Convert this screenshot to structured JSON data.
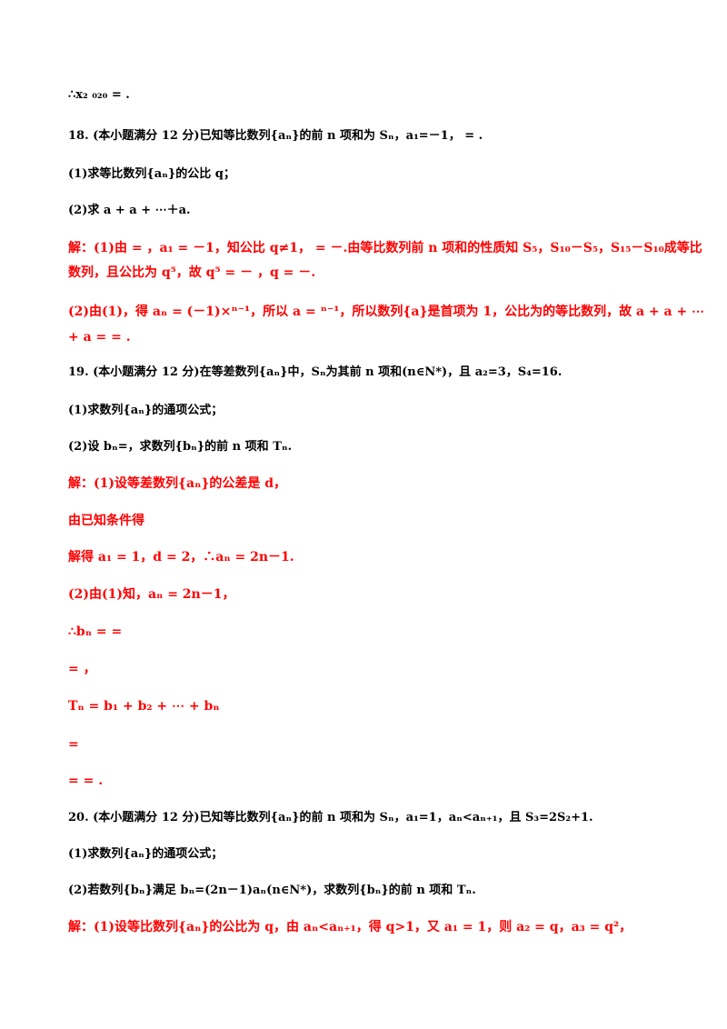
{
  "colors": {
    "text": "#000000",
    "solution": "#ff0000",
    "background": "#ffffff"
  },
  "lines": [
    {
      "text": "∴x₂ ₀₂₀ = .",
      "red": false,
      "indent": true
    },
    {
      "text": "18.  (本小题满分 12 分)已知等比数列{aₙ}的前 n 项和为 Sₙ，a₁=－1， = .",
      "red": false,
      "indent": true
    },
    {
      "text": "(1)求等比数列{aₙ}的公比 q；",
      "red": false,
      "indent": true
    },
    {
      "text": "(2)求 a + a + ⋯＋a.",
      "red": false,
      "indent": true
    },
    {
      "text": "解：(1)由 = ，a₁ = －1，知公比 q≠1， = －.由等比数列前 n 项和的性质知 S₅，S₁₀－S₅，S₁₅－S₁₀成等比",
      "red": true,
      "indent": true
    },
    {
      "text": "数列，且公比为 q⁵，故 q⁵ = － ，q = －.",
      "red": true,
      "indent": false
    },
    {
      "text": "(2)由(1)，得 aₙ = (－1)×ⁿ⁻¹，所以 a = ⁿ⁻¹，所以数列{a}是首项为 1，公比为的等比数列，故 a + a + ⋯",
      "red": true,
      "indent": true
    },
    {
      "text": "+ a = = .",
      "red": true,
      "indent": false
    },
    {
      "text": "19.  (本小题满分 12 分)在等差数列{aₙ}中，Sₙ为其前 n 项和(n∈N*)，且 a₂=3，S₄=16.",
      "red": false,
      "indent": true
    },
    {
      "text": "(1)求数列{aₙ}的通项公式；",
      "red": false,
      "indent": true
    },
    {
      "text": "(2)设 bₙ=，求数列{bₙ}的前 n 项和 Tₙ.",
      "red": false,
      "indent": true
    },
    {
      "text": "解：(1)设等差数列{aₙ}的公差是 d，",
      "red": true,
      "indent": true
    },
    {
      "text": "由已知条件得",
      "red": true,
      "indent": true
    },
    {
      "text": "解得 a₁ = 1，d = 2，∴aₙ = 2n－1.",
      "red": true,
      "indent": true
    },
    {
      "text": "(2)由(1)知，aₙ = 2n－1，",
      "red": true,
      "indent": true
    },
    {
      "text": "∴bₙ = =",
      "red": true,
      "indent": true
    },
    {
      "text": "= ，",
      "red": true,
      "indent": true
    },
    {
      "text": "Tₙ = b₁ + b₂ + ⋯ + bₙ",
      "red": true,
      "indent": true
    },
    {
      "text": "=",
      "red": true,
      "indent": true
    },
    {
      "text": "= = .",
      "red": true,
      "indent": true
    },
    {
      "text": "20.  (本小题满分 12 分)已知等比数列{aₙ}的前 n 项和为 Sₙ，a₁=1，aₙ<aₙ₊₁，且 S₃=2S₂+1.",
      "red": false,
      "indent": true
    },
    {
      "text": "(1)求数列{aₙ}的通项公式；",
      "red": false,
      "indent": true
    },
    {
      "text": "(2)若数列{bₙ}满足 bₙ=(2n－1)aₙ(n∈N*)，求数列{bₙ}的前 n 项和 Tₙ.",
      "red": false,
      "indent": true
    },
    {
      "text": "解：(1)设等比数列{aₙ}的公比为 q，由 aₙ<aₙ₊₁，得 q>1，又 a₁ = 1，则 a₂ = q，a₃ = q²，",
      "red": true,
      "indent": true
    }
  ]
}
